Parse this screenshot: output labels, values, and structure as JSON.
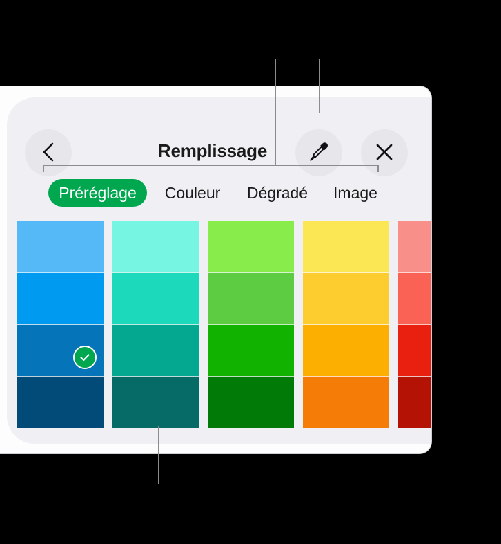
{
  "popover": {
    "title": "Remplissage",
    "header_buttons": [
      {
        "name": "back-button",
        "icon": "chevron-left-icon",
        "label": "Retour"
      },
      {
        "name": "eyedropper-button",
        "icon": "eyedropper-icon",
        "label": "Pipette"
      },
      {
        "name": "close-button",
        "icon": "close-icon",
        "label": "Fermer"
      }
    ],
    "tabs": [
      {
        "label": "Préréglage",
        "active": true
      },
      {
        "label": "Couleur",
        "active": false
      },
      {
        "label": "Dégradé",
        "active": false
      },
      {
        "label": "Image",
        "active": false
      }
    ],
    "active_tab_color": "#01a74f",
    "panel_background": "#f0f0f4",
    "window_background": "#fdfdfd"
  },
  "swatches": {
    "selected_index": {
      "column": 0,
      "row": 2
    },
    "columns": [
      {
        "name": "blue-column",
        "colors": [
          "#55b8f7",
          "#009bf0",
          "#0674b8",
          "#024a78"
        ]
      },
      {
        "name": "teal-column",
        "colors": [
          "#76f5e3",
          "#1cd9bb",
          "#04a790",
          "#066b67"
        ]
      },
      {
        "name": "green-column",
        "colors": [
          "#88ed4b",
          "#5dcc42",
          "#12b300",
          "#027a07"
        ]
      },
      {
        "name": "yellow-column",
        "colors": [
          "#fbe754",
          "#fdcd2f",
          "#fcaf00",
          "#f57c06"
        ]
      },
      {
        "name": "red-column",
        "colors": [
          "#f88f88",
          "#fa6256",
          "#e92010",
          "#b51206"
        ]
      }
    ]
  },
  "annotations": {
    "line_color": "#8c8c8c",
    "callouts": [
      {
        "name": "callout-tabs",
        "target": "tab-bar"
      },
      {
        "name": "callout-eyedropper",
        "target": "eyedropper-button"
      },
      {
        "name": "callout-swatches",
        "target": "swatch-grid"
      }
    ]
  }
}
